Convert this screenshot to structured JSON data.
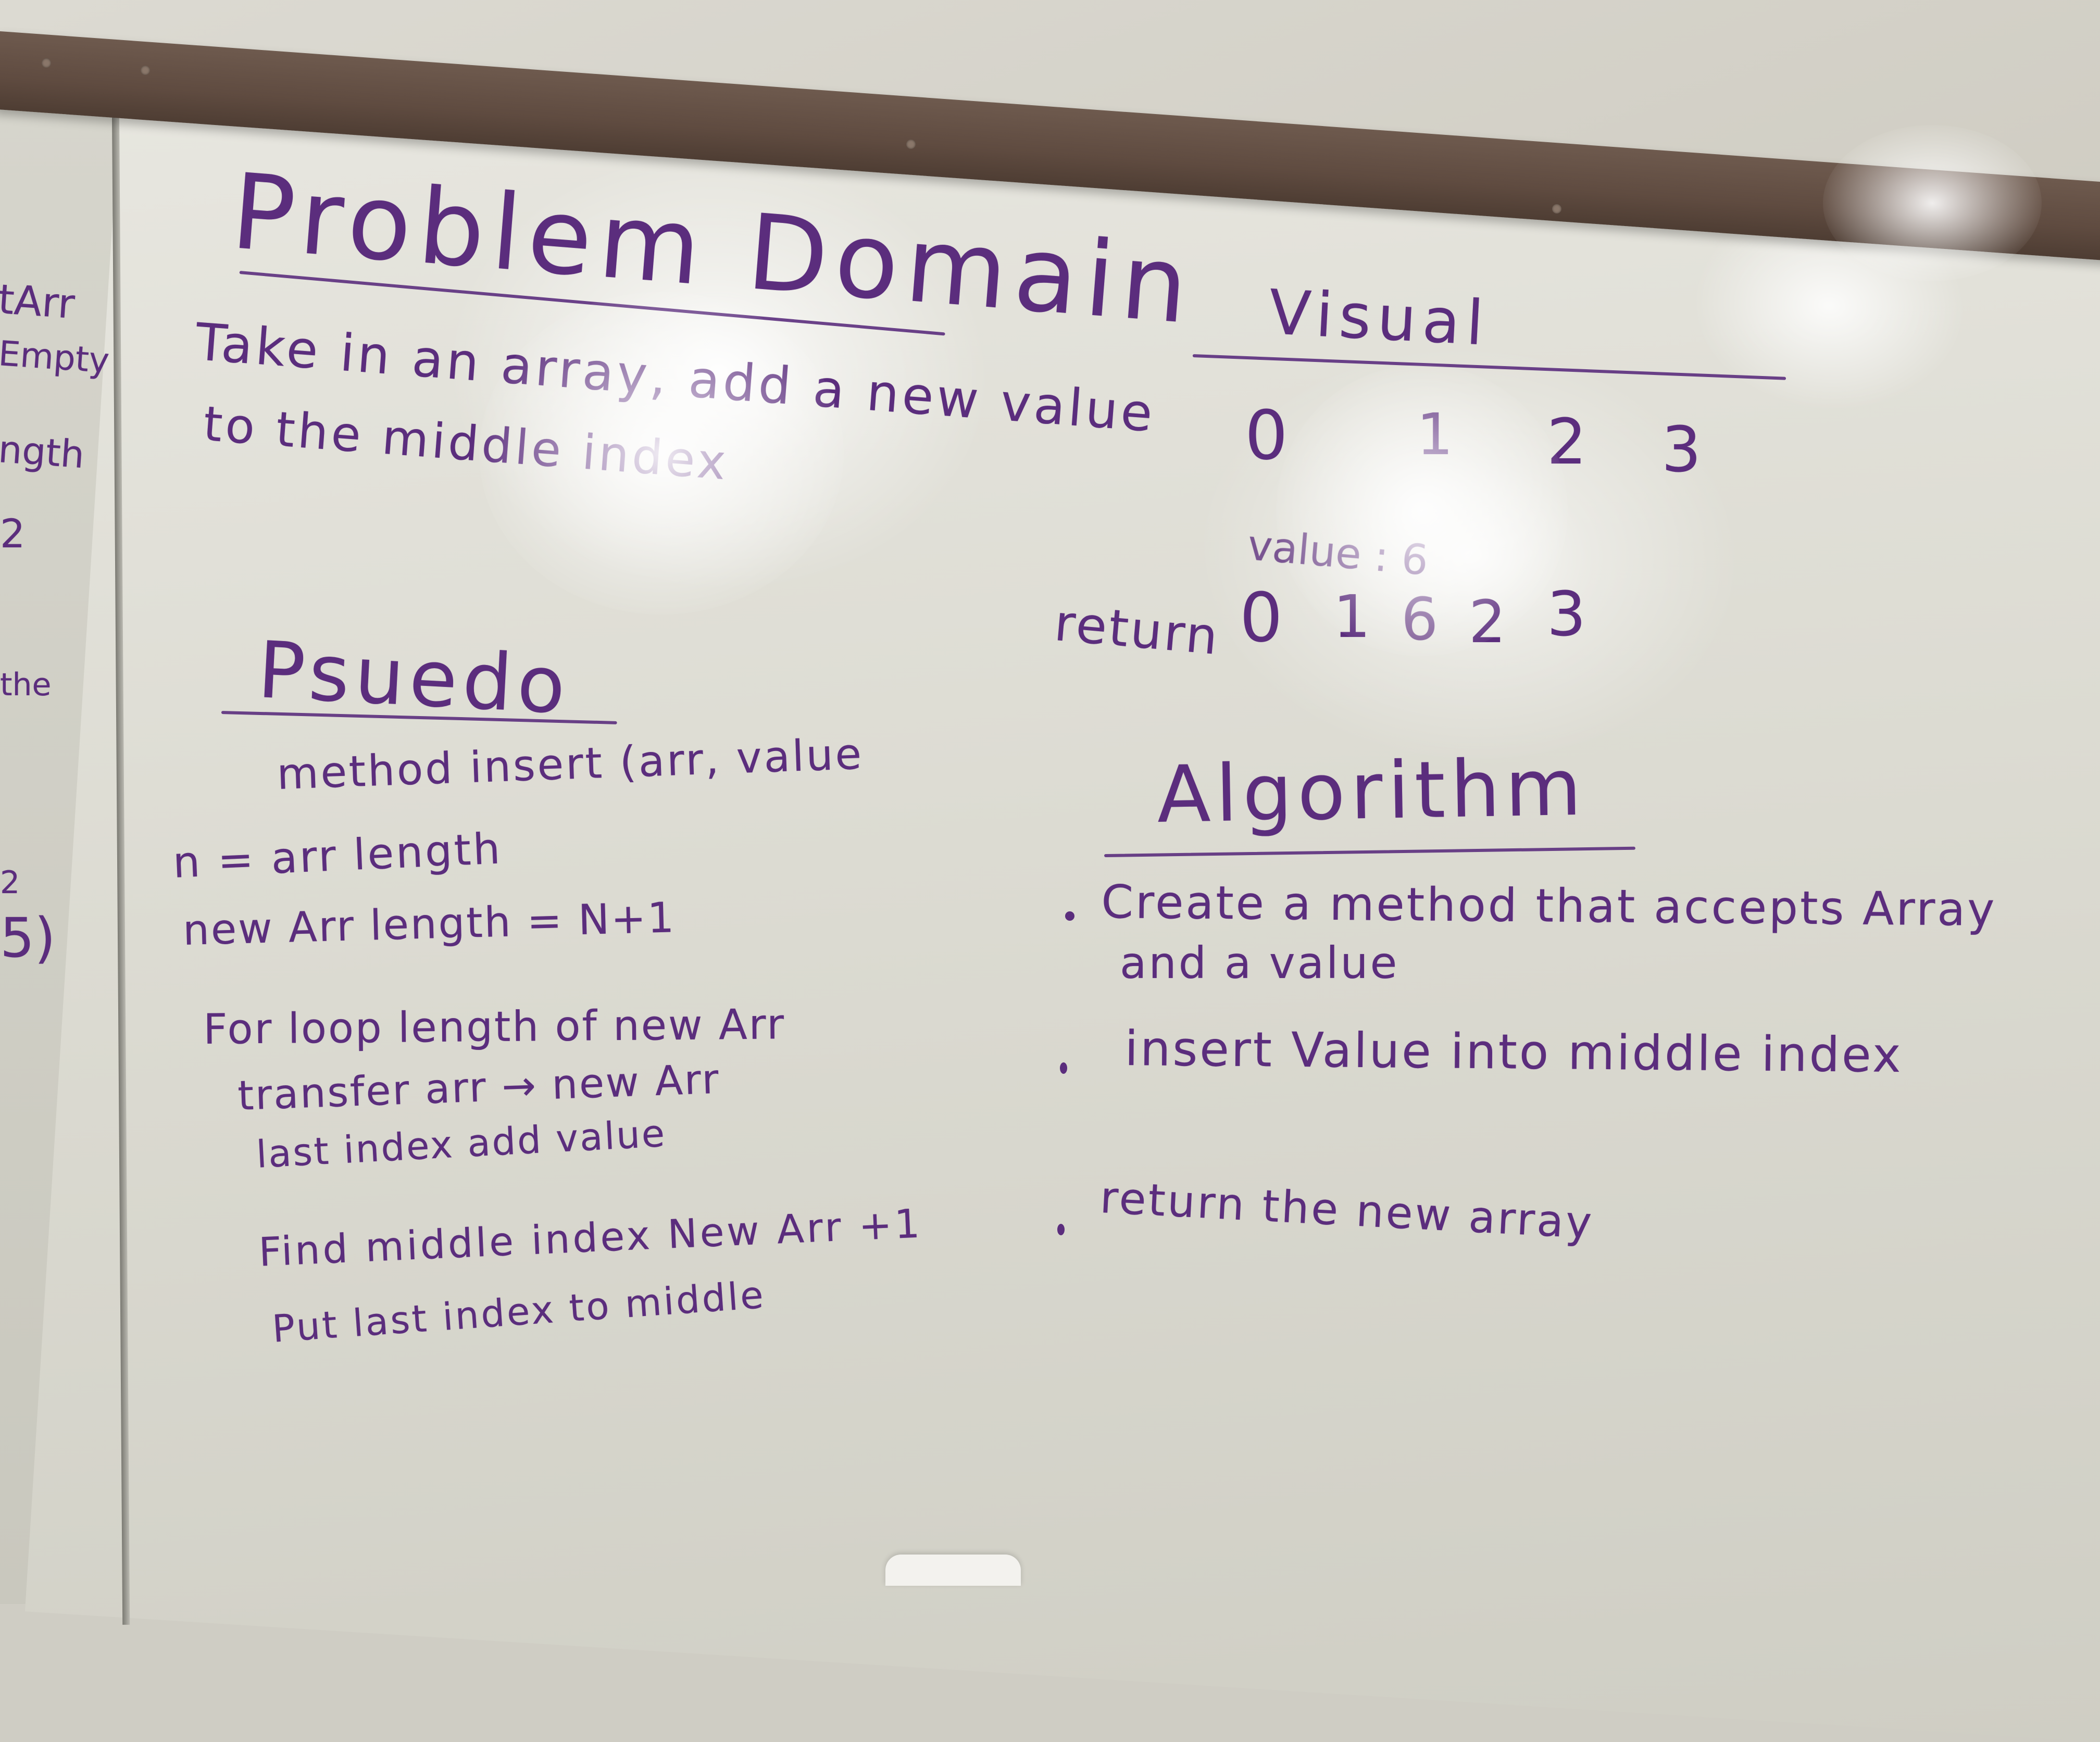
{
  "left_board": {
    "fragments": [
      "tArr",
      "Empty",
      "ngth",
      "2",
      "the",
      "2",
      "5)"
    ]
  },
  "problem_domain": {
    "heading": "Problem Domain",
    "line1": "Take in an array, add a new value",
    "line2": "to the middle index"
  },
  "visual": {
    "heading": "Visual",
    "indices": [
      "0",
      "1",
      "2",
      "3"
    ],
    "value_label": "value : 6",
    "return_label": "return",
    "result": [
      "0",
      "1",
      "6",
      "2",
      "3"
    ]
  },
  "pseudo": {
    "heading": "Psuedo",
    "lines": [
      "method insert (arr, value",
      "n = arr length",
      "new Arr length = N+1",
      "For loop length of new Arr",
      "transfer arr → new Arr",
      "last index add value",
      "Find middle index New Arr +1",
      "Put last index to middle"
    ]
  },
  "algorithm": {
    "heading": "Algorithm",
    "items": [
      "Create a method that accepts Array",
      "and a value",
      "insert Value into middle index",
      "return the new array"
    ]
  },
  "marker_color": "#5b2d7d"
}
